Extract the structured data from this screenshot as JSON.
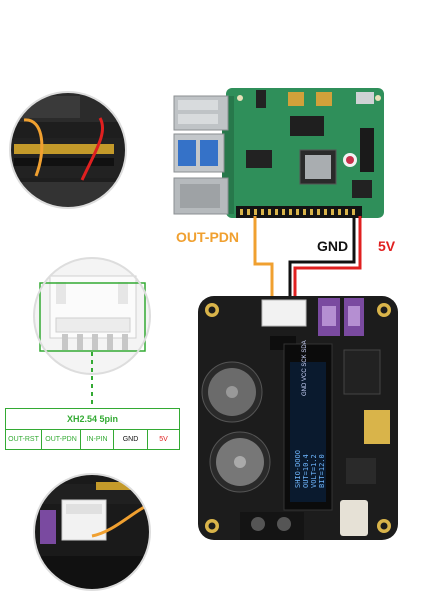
{
  "labels": {
    "out_pdn": "OUT-PDN",
    "gnd": "GND",
    "five_v": "5V"
  },
  "connector": {
    "title": "XH2.54 5pin",
    "pins": [
      "OUT-RST",
      "OUT-PDN",
      "IN-PIN",
      "GND",
      "5V"
    ]
  },
  "colors": {
    "accent_green": "#33aa33",
    "wire_orange": "#f0a030",
    "wire_red": "#e02020",
    "wire_black": "#111111",
    "label_out_pdn": "#f0a030",
    "label_5v": "#e02020",
    "pcb_green": "#2f8f5a",
    "pcb_black": "#1c1c1c"
  },
  "oled": {
    "header": "GND VCC SCK SDA",
    "lines": [
      "SHIO-DOOO",
      "OUT=10.4",
      "VOLT=1.2",
      "BIT=12.0"
    ]
  }
}
